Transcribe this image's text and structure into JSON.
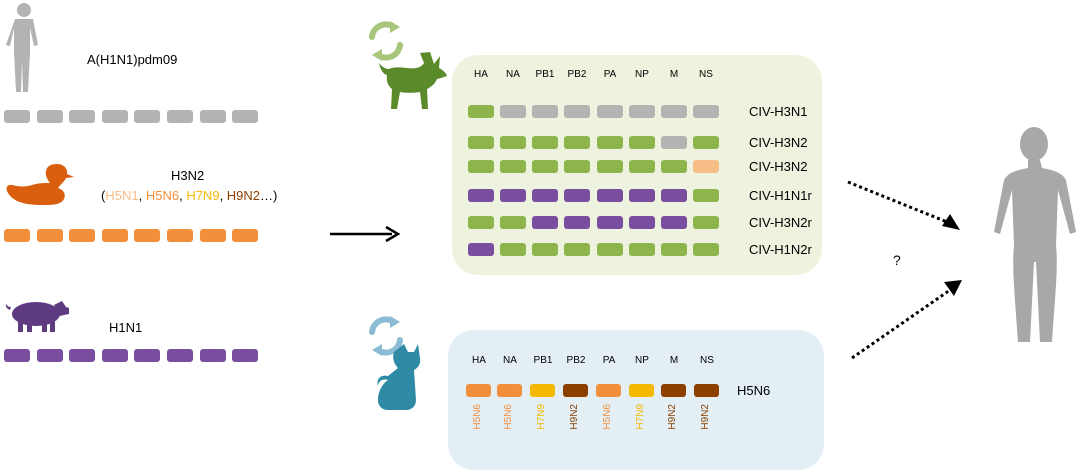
{
  "colors": {
    "human": "#b3b3b3",
    "avian": "#f28f3b",
    "avian_light": "#f6bd86",
    "avian_yellow": "#f5b800",
    "avian_dark": "#8b4000",
    "swine": "#7a4e9f",
    "canine": "#8db54b",
    "canine_icon": "#5b8a2a",
    "feline": "#2f8aa6",
    "canine_panel": "#eef3df",
    "feline_panel": "#e3eff5",
    "human_silhouette": "#a8a8a8"
  },
  "sources": {
    "human": {
      "label": "A(H1N1)pdm09"
    },
    "avian": {
      "label": "H3N2",
      "open_paren": "(",
      "sub": [
        {
          "text": "H5N1",
          "color": "#f6bd86"
        },
        {
          "text": ", ",
          "color": "#000000"
        },
        {
          "text": "H5N6",
          "color": "#f28f3b"
        },
        {
          "text": ", ",
          "color": "#000000"
        },
        {
          "text": "H7N9",
          "color": "#f5b800"
        },
        {
          "text": ", ",
          "color": "#000000"
        },
        {
          "text": "H9N2",
          "color": "#8b4000"
        },
        {
          "text": "…)",
          "color": "#000000"
        }
      ]
    },
    "swine": {
      "label": "H1N1"
    }
  },
  "canine_panel": {
    "headers": [
      "HA",
      "NA",
      "PB1",
      "PB2",
      "PA",
      "NP",
      "M",
      "NS"
    ],
    "rows": [
      {
        "label": "CIV-H3N1",
        "segments": [
          "canine",
          "human",
          "human",
          "human",
          "human",
          "human",
          "human",
          "human"
        ]
      },
      {
        "label": "CIV-H3N2",
        "segments": [
          "canine",
          "canine",
          "canine",
          "canine",
          "canine",
          "canine",
          "human",
          "canine"
        ]
      },
      {
        "label": "CIV-H3N2",
        "segments": [
          "canine",
          "canine",
          "canine",
          "canine",
          "canine",
          "canine",
          "canine",
          "avian_light"
        ]
      },
      {
        "label": "CIV-H1N1r",
        "segments": [
          "swine",
          "swine",
          "swine",
          "swine",
          "swine",
          "swine",
          "swine",
          "canine"
        ]
      },
      {
        "label": "CIV-H3N2r",
        "segments": [
          "canine",
          "canine",
          "swine",
          "swine",
          "swine",
          "swine",
          "swine",
          "canine"
        ]
      },
      {
        "label": "CIV-H1N2r",
        "segments": [
          "swine",
          "canine",
          "canine",
          "canine",
          "canine",
          "canine",
          "canine",
          "canine"
        ]
      }
    ]
  },
  "feline_panel": {
    "headers": [
      "HA",
      "NA",
      "PB1",
      "PB2",
      "PA",
      "NP",
      "M",
      "NS"
    ],
    "row_label": "H5N6",
    "segments": [
      "avian",
      "avian",
      "avian_yellow",
      "avian_dark",
      "avian",
      "avian_yellow",
      "avian_dark",
      "avian_dark"
    ],
    "origins": [
      "H5N6",
      "H5N6",
      "H7N9",
      "H9N2",
      "H5N6",
      "H7N9",
      "H9N2",
      "H9N2"
    ]
  },
  "question_mark": "?"
}
